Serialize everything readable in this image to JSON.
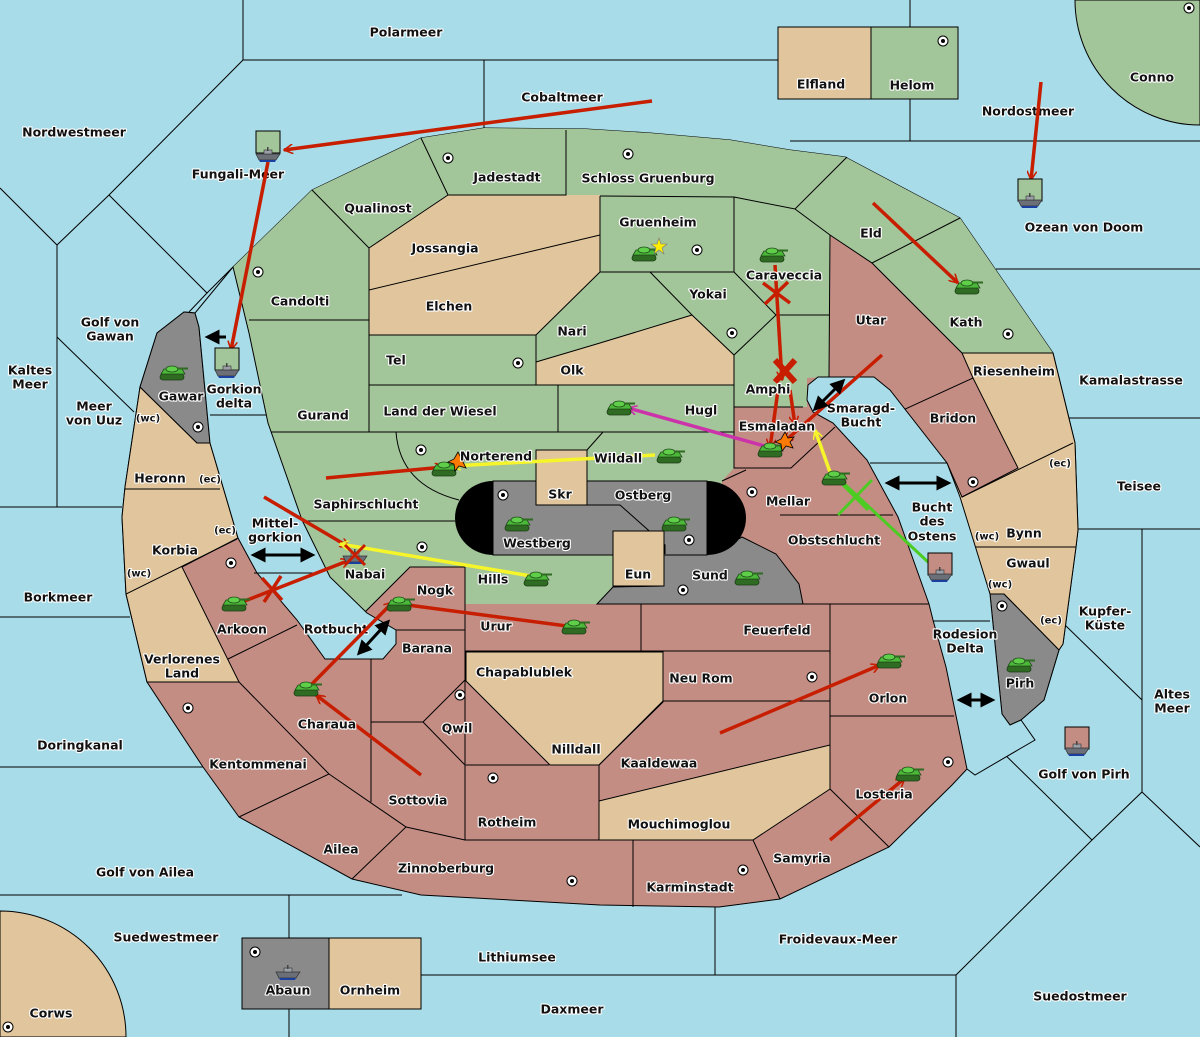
{
  "colors": {
    "sea": "#a8dce8",
    "green": "#a3c59a",
    "tan": "#e1c69d",
    "rose": "#c38d84",
    "grey": "#8a8a8a",
    "move": "#c81e00",
    "support": "#f5f52a",
    "convoy": "#cc33aa",
    "hold_support": "#4ccc22"
  },
  "seas": {
    "polarmeer": "Polarmeer",
    "cobaltmeer": "Cobaltmeer",
    "nordwestmeer": "Nordwestmeer",
    "fungali_meer": "Fungali-Meer",
    "nordostmeer": "Nordostmeer",
    "ozean_von_doom": "Ozean von Doom",
    "golf_von_gawan": [
      "Golf von",
      "Gawan"
    ],
    "kaltes_meer": [
      "Kaltes",
      "Meer"
    ],
    "meer_von_uuz": [
      "Meer",
      "von Uuz"
    ],
    "gorkion_delta": [
      "Gorkion",
      "delta"
    ],
    "mittelgorkion": [
      "Mittel-",
      "gorkion"
    ],
    "smaragd_bucht": [
      "Smaragd-",
      "Bucht"
    ],
    "bucht_des_ostens": [
      "Bucht",
      "des",
      "Ostens"
    ],
    "kamalastrasse": "Kamalastrasse",
    "teisee": "Teisee",
    "borkmeer": "Borkmeer",
    "rotbucht": "Rotbucht",
    "rodesion_delta": [
      "Rodesion",
      "Delta"
    ],
    "kupfer_kueste": [
      "Kupfer-",
      "Küste"
    ],
    "altes_meer": [
      "Altes",
      "Meer"
    ],
    "golf_von_pirh": "Golf von Pirh",
    "doringkanal": "Doringkanal",
    "golf_von_ailea": "Golf von Ailea",
    "suedwestmeer": "Suedwestmeer",
    "lithiumsee": "Lithiumsee",
    "froidevaux_meer": "Froidevaux-Meer",
    "daxmeer": "Daxmeer",
    "suedostmeer": "Suedostmeer"
  },
  "provinces": {
    "elfland": "Elfland",
    "helom": "Helom",
    "conno": "Conno",
    "corws": "Corws",
    "jadestadt": "Jadestadt",
    "schloss_gruenburg": "Schloss Gruenburg",
    "qualinost": "Qualinost",
    "gruenheim": "Gruenheim",
    "jossangia": "Jossangia",
    "eld": "Eld",
    "caraveccia": "Caraveccia",
    "candolti": "Candolti",
    "elchen": "Elchen",
    "yokai": "Yokai",
    "nari": "Nari",
    "utar": "Utar",
    "kath": "Kath",
    "tel": "Tel",
    "olk": "Olk",
    "riesenheim": "Riesenheim",
    "amphi": "Amphi",
    "gawar": "Gawar",
    "gurand": "Gurand",
    "land_der_wiesel": "Land der Wiesel",
    "hugl": "Hugl",
    "bridon": "Bridon",
    "esmaladan": "Esmaladan",
    "norterend": "Norterend",
    "wildall": "Wildall",
    "heronn": "Heronn",
    "skr": "Skr",
    "ostberg": "Ostberg",
    "mellar": "Mellar",
    "saphirschlucht": "Saphirschlucht",
    "westberg": "Westberg",
    "obstschlucht": "Obstschlucht",
    "bynn": "Bynn",
    "korbia": "Korbia",
    "nabai": "Nabai",
    "hills": "Hills",
    "eun": "Eun",
    "sund": "Sund",
    "gwaul": "Gwaul",
    "nogk": "Nogk",
    "urur": "Urur",
    "feuerfeld": "Feuerfeld",
    "arkoon": "Arkoon",
    "barana": "Barana",
    "pirh": "Pirh",
    "verlorenes_land": [
      "Verlorenes",
      "Land"
    ],
    "chapablublek": "Chapablublek",
    "neu_rom": "Neu Rom",
    "orlon": "Orlon",
    "charaua": "Charaua",
    "qwil": "Qwil",
    "nilldall": "Nilldall",
    "kaaldewaa": "Kaaldewaa",
    "kentommenai": "Kentommenai",
    "losteria": "Losteria",
    "sottovia": "Sottovia",
    "rotheim": "Rotheim",
    "mouchimoglou": "Mouchimoglou",
    "ailea": "Ailea",
    "samyria": "Samyria",
    "zinnoberburg": "Zinnoberburg",
    "karminstadt": "Karminstadt",
    "abaun": "Abaun",
    "ornheim": "Ornheim"
  },
  "coasts": {
    "wc": "(wc)",
    "ec": "(ec)"
  },
  "icons": {
    "army": "tank-icon",
    "fleet": "ship-icon",
    "supply_center": "supply-center-icon",
    "dislodged": "explosion-icon",
    "capital": "star-icon",
    "failed": "cross-icon"
  }
}
